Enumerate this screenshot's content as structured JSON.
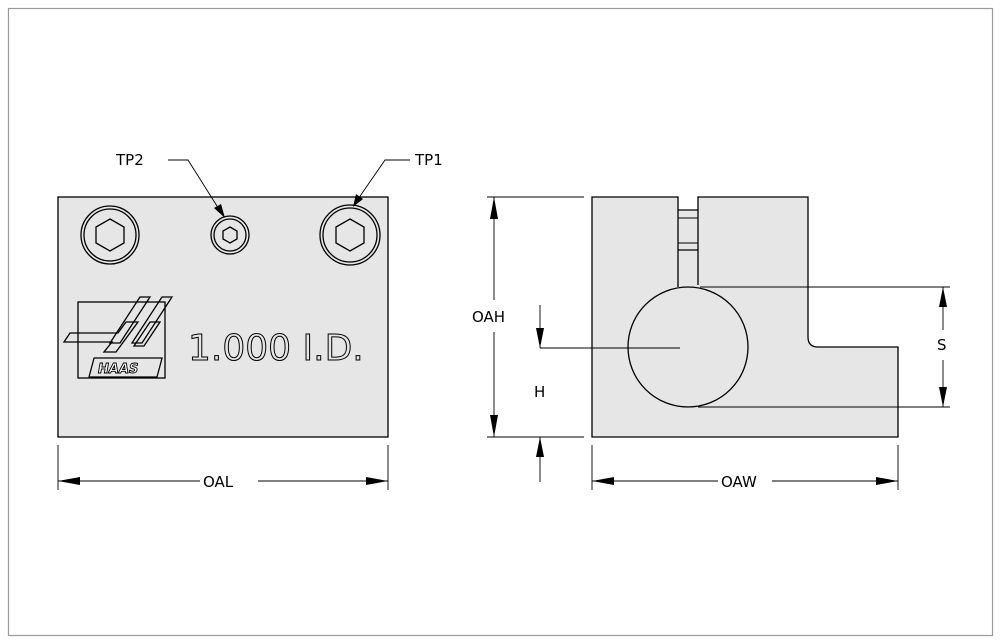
{
  "labels": {
    "tp2": "TP2",
    "tp1": "TP1",
    "oah": "OAH",
    "h": "H",
    "s": "S",
    "oal": "OAL",
    "oaw": "OAW"
  },
  "engraving": {
    "text": "1.000 I.D.",
    "logo": "HAAS"
  },
  "colors": {
    "part_fill": "#e6e6e6",
    "line": "#000000",
    "frame": "#9a9a9a"
  }
}
